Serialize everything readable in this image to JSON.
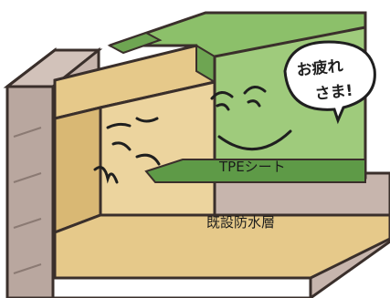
{
  "labels": {
    "tpe_sheet": "TPEシート",
    "existing_layer": "既設防水層"
  },
  "speech_bubble": {
    "line1": "お疲れ",
    "line2": "さま!"
  },
  "colors": {
    "green_sheet": "#8cc06a",
    "green_dark": "#5e9a47",
    "tan_layer": "#e6c98a",
    "tan_dark": "#c9a461",
    "concrete": "#b9a79f",
    "concrete_dark": "#8b7a73",
    "outline": "#3a2f2b"
  }
}
